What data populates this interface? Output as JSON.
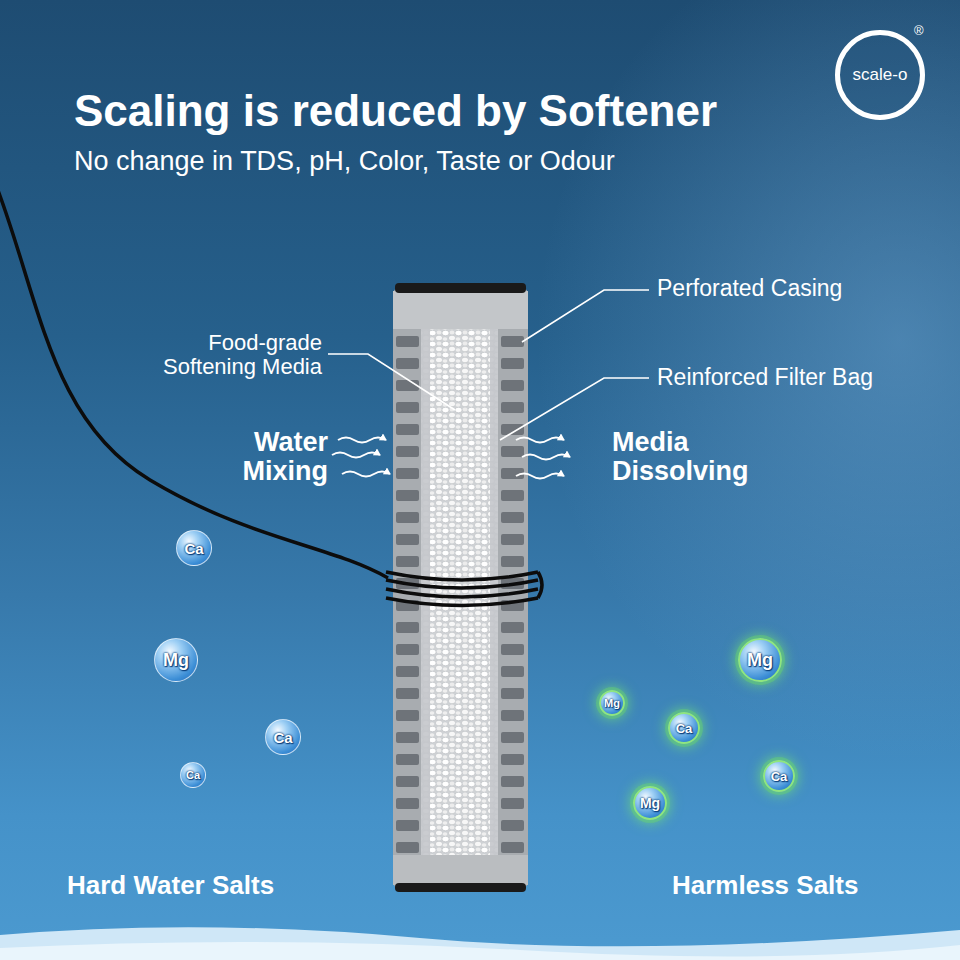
{
  "diagram": {
    "title": "Scaling is reduced by Softener",
    "caption": "No change in TDS, pH, Color, Taste or Odour",
    "nodes": [
      {
        "text": [
          "scale-o"
        ]
      },
      {
        "text": [
          "Ca"
        ]
      },
      {
        "text": [
          "Mg"
        ]
      },
      {
        "text": [
          "Ca"
        ]
      },
      {
        "text": [
          "Ca"
        ]
      },
      {
        "text": [
          "Mg"
        ]
      },
      {
        "text": [
          "Mg"
        ]
      },
      {
        "text": [
          "Ca"
        ]
      },
      {
        "text": [
          "Ca"
        ]
      },
      {
        "text": [
          "Mg"
        ]
      }
    ],
    "labels": [
      "®",
      "Perforated Casing",
      "Food-grade Softening Media",
      "Reinforced Filter Bag",
      "Water Mixing",
      "Media Dissolving",
      "Hard Water Salts",
      "Harmless Salts"
    ]
  }
}
